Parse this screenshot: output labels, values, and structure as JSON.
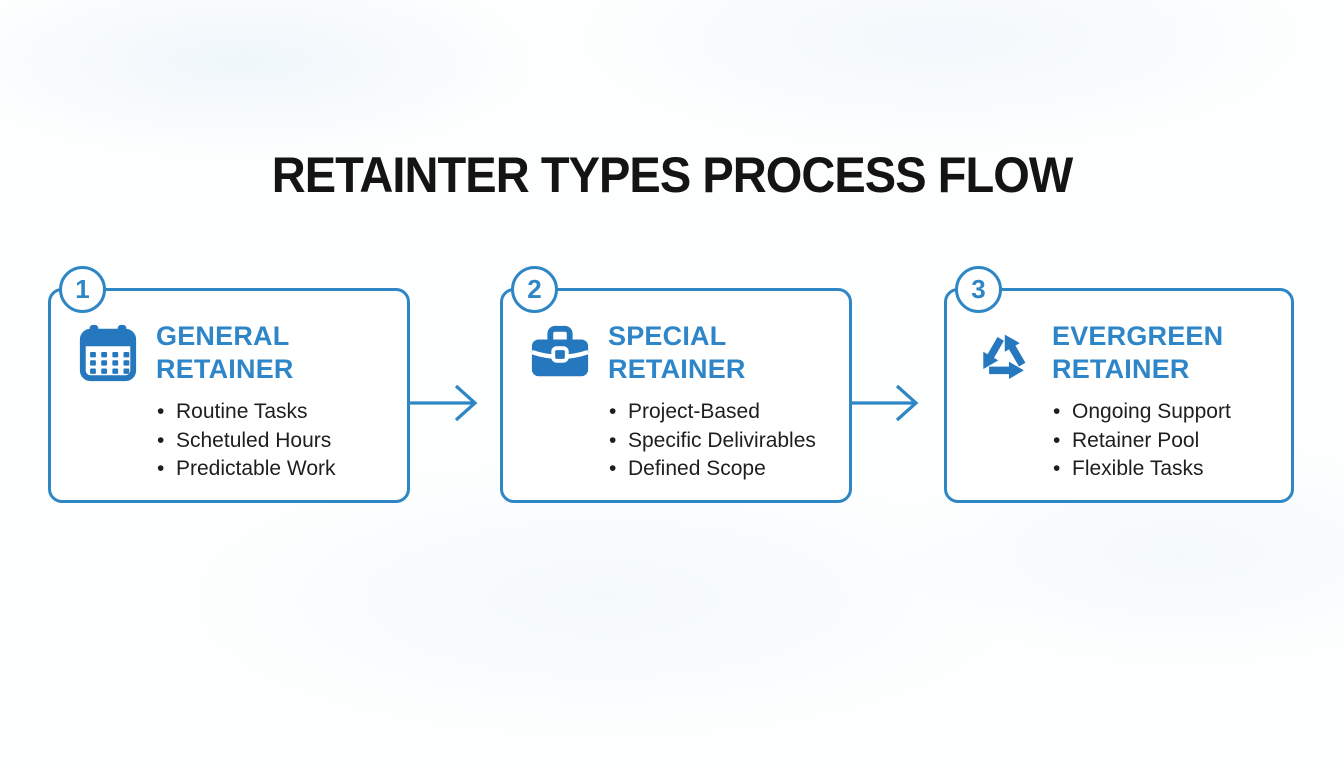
{
  "title": "RETAINTER TYPES PROCESS FLOW",
  "colors": {
    "accent": "#2E86C5",
    "icon": "#2577BE",
    "heading": "#2E86C8",
    "title_text": "#141414",
    "bullet_text": "#1E1E1E",
    "background": "#FDFEFE"
  },
  "steps": [
    {
      "number": "1",
      "icon": "calendar-icon",
      "title_lines": [
        "GENERAL",
        "RETAINER"
      ],
      "bullets": [
        "Routine Tasks",
        "Schetuled Hours",
        "Predictable Work"
      ]
    },
    {
      "number": "2",
      "icon": "briefcase-icon",
      "title_lines": [
        "SPECIAL",
        "RETAINER"
      ],
      "bullets": [
        "Project-Based",
        "Specific Delivirables",
        "Defined Scope"
      ]
    },
    {
      "number": "3",
      "icon": "recycle-icon",
      "title_lines": [
        "EVERGREEN",
        "RETAINER"
      ],
      "bullets": [
        "Ongoing Support",
        "Retainer Pool",
        "Flexible Tasks"
      ]
    }
  ],
  "connectors": [
    {
      "type": "arrow-right"
    },
    {
      "type": "arrow-right"
    }
  ]
}
